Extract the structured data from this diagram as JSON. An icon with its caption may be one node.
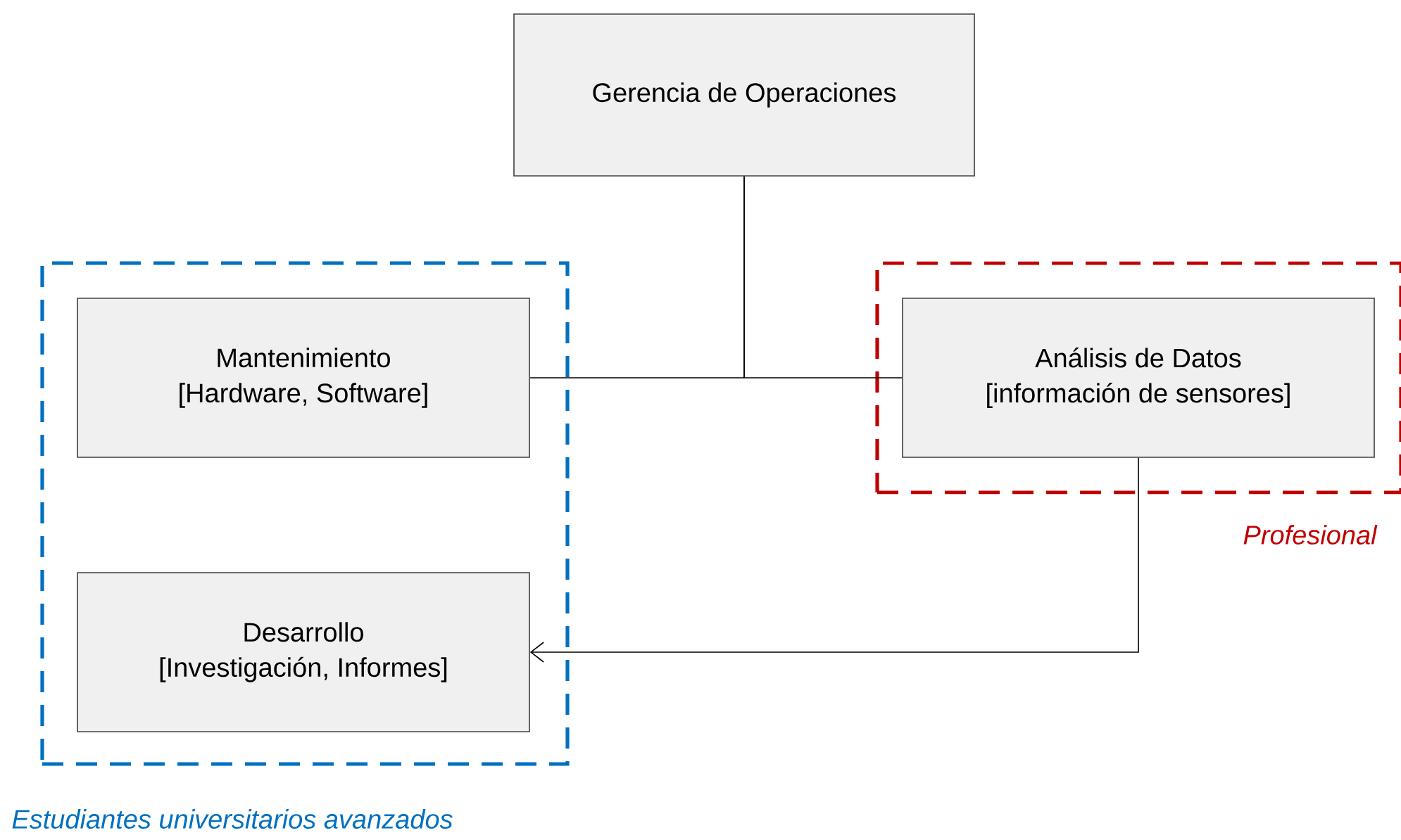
{
  "diagram": {
    "nodes": [
      {
        "text": [
          "Gerencia de Operaciones"
        ]
      },
      {
        "text": [
          "Estudiantes universitarios avanzados"
        ]
      },
      {
        "text": [
          "Mantenimiento",
          "[Hardware, Software]"
        ],
        "in": 1
      },
      {
        "text": [
          "Desarrollo",
          "[Investigación, Informes]"
        ],
        "in": 1
      },
      {
        "text": [
          "Profesional"
        ]
      },
      {
        "text": [
          "Análisis de Datos",
          "[información de sensores]"
        ],
        "in": 4
      }
    ],
    "edges": [
      {
        "from": 0,
        "to": 2,
        "arrow": "none"
      },
      {
        "from": 0,
        "to": 5,
        "arrow": "none"
      },
      {
        "from": 5,
        "to": 3,
        "arrow": "to"
      }
    ]
  }
}
